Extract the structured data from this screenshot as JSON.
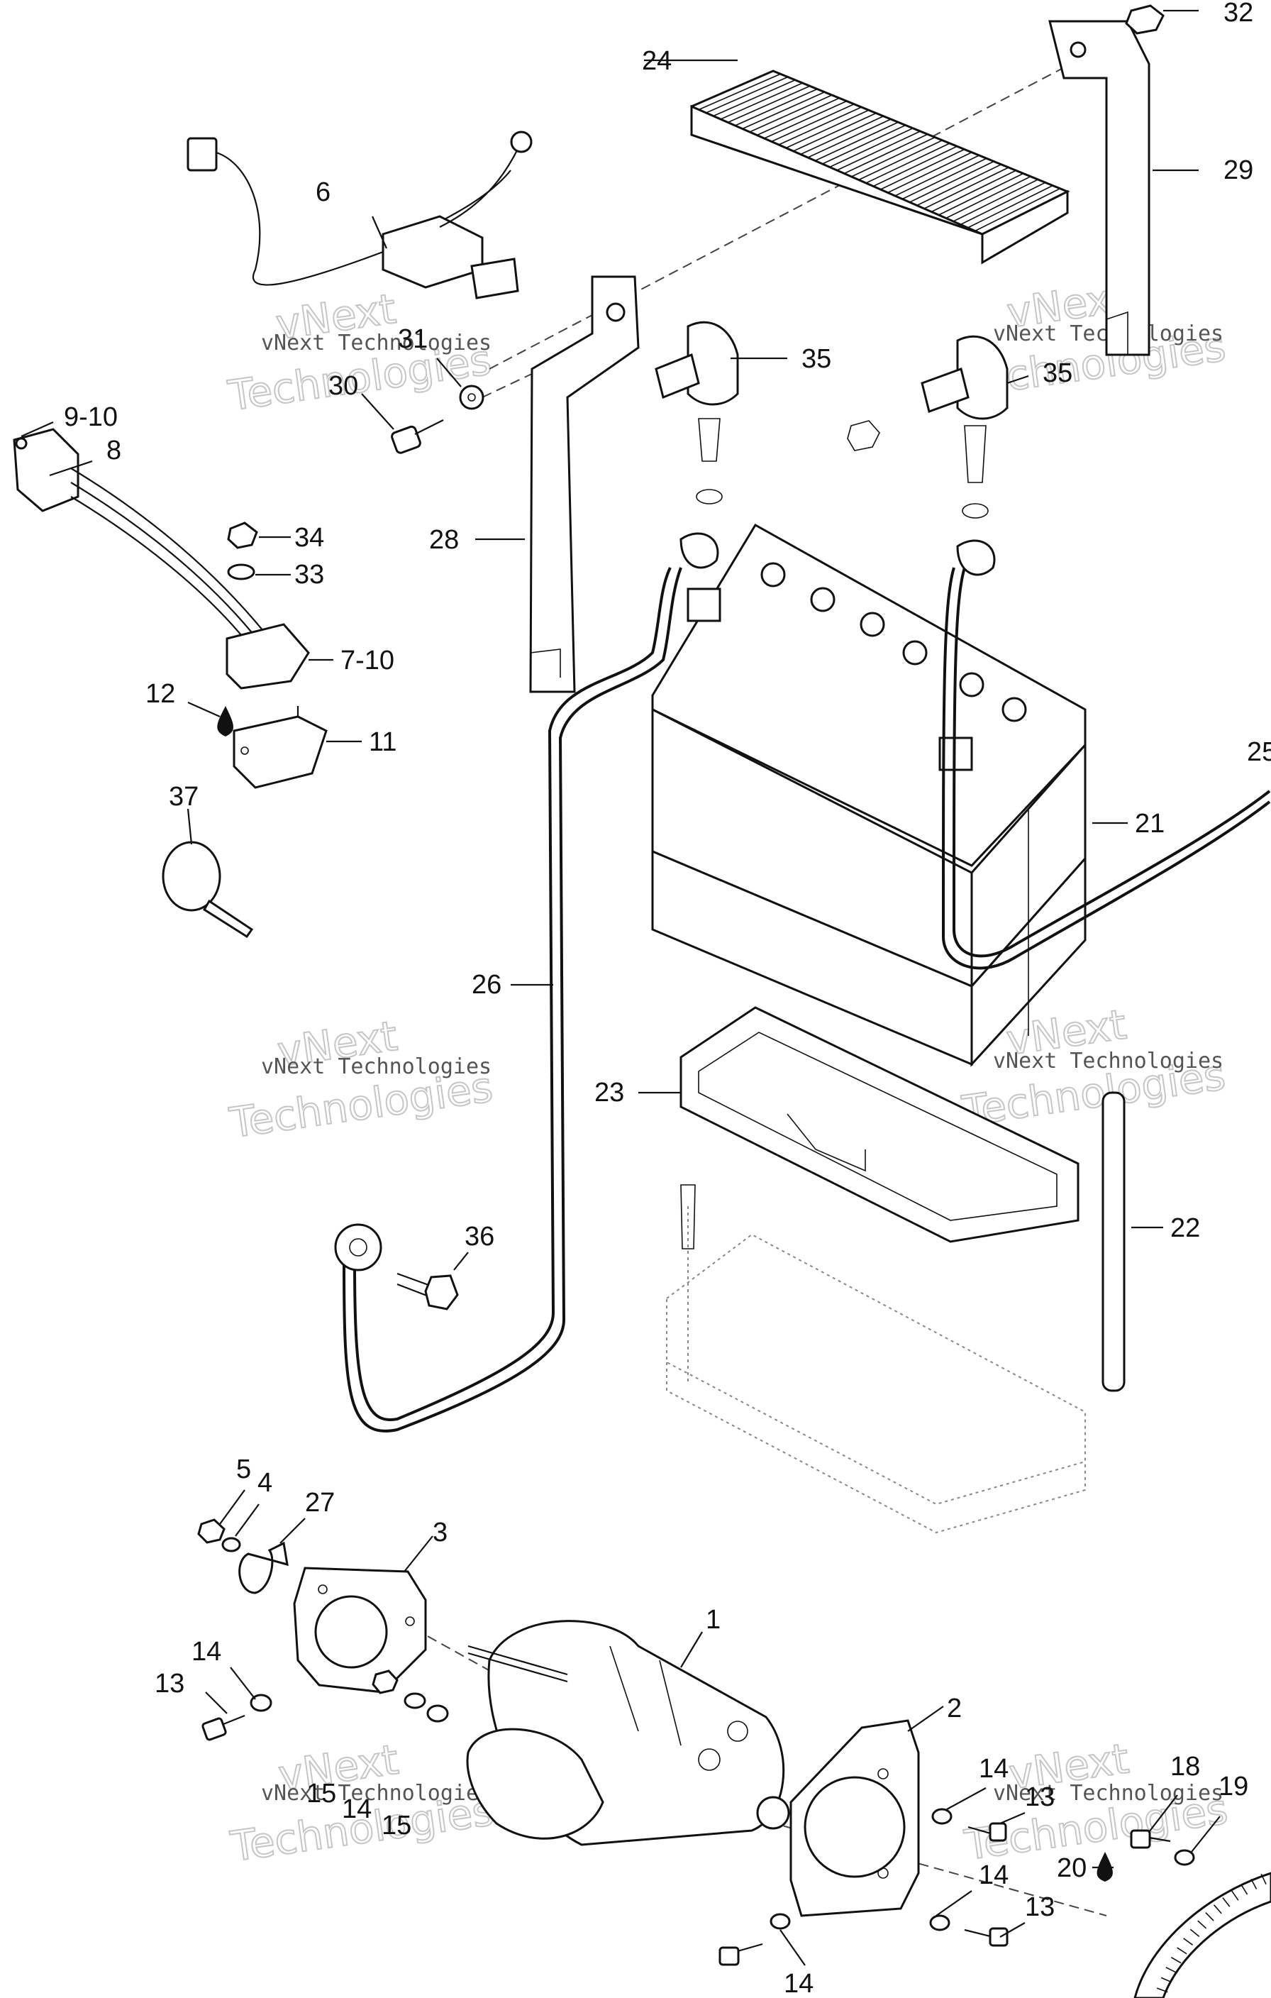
{
  "callouts": {
    "c1": "1",
    "c2": "2",
    "c3": "3",
    "c4": "4",
    "c5": "5",
    "c6": "6",
    "c7_10": "7-10",
    "c8": "8",
    "c9_10": "9-10",
    "c11": "11",
    "c12": "12",
    "c13a": "13",
    "c13b": "13",
    "c13c": "13",
    "c14a": "14",
    "c14b": "14",
    "c14c": "14",
    "c14d": "14",
    "c14e": "14",
    "c15a": "15",
    "c15b": "15",
    "c18": "18",
    "c19": "19",
    "c20": "20",
    "c21": "21",
    "c22": "22",
    "c23": "23",
    "c24": "24",
    "c25": "25",
    "c26": "26",
    "c27": "27",
    "c28": "28",
    "c29": "29",
    "c30": "30",
    "c31": "31",
    "c32": "32",
    "c33": "33",
    "c34": "34",
    "c35a": "35",
    "c35b": "35",
    "c36": "36",
    "c37": "37"
  },
  "watermark": {
    "company": "vNext Technologies",
    "line1": "vNext",
    "line2": "Technologies"
  }
}
